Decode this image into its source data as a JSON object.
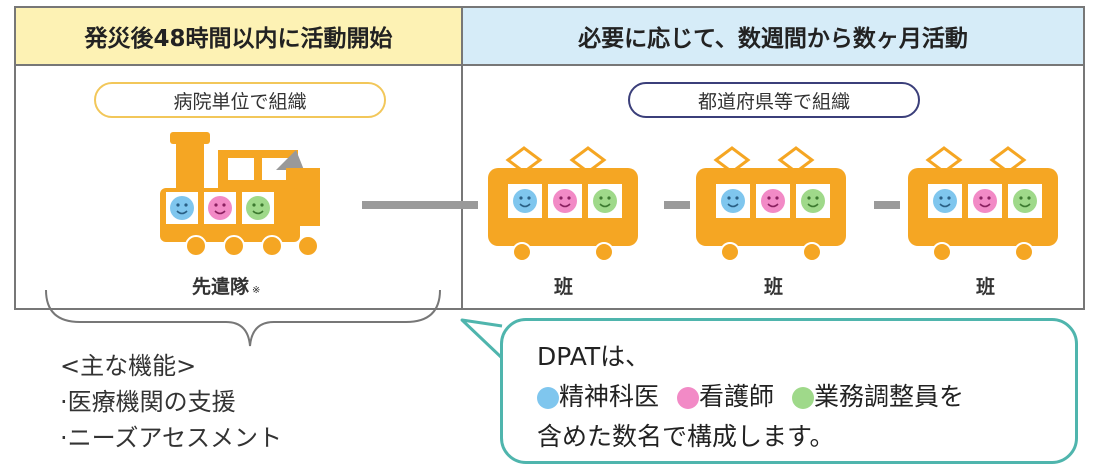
{
  "header": {
    "left": "発災後48時間以内に活動開始",
    "right": "必要に応じて、数週間から数ヶ月活動"
  },
  "organize": {
    "left": "病院単位で組織",
    "right": "都道府県等で組織"
  },
  "train": {
    "advance_team": "先遣隊",
    "advance_team_note": "※",
    "car_label": "班"
  },
  "functions": {
    "title": "<主な機能>",
    "items": [
      "·医療機関の支援",
      "·ニーズアセスメント"
    ]
  },
  "callout": {
    "line1": "DPATは、",
    "member1": "精神科医",
    "member2": "看護師",
    "member3": "業務調整員を",
    "line3": "含めた数名で構成します。"
  },
  "colors": {
    "train": "#f5a623",
    "face_blue": "#7fc6ee",
    "face_pink": "#f28ac6",
    "face_green": "#9fd98a",
    "header_left": "#fdf2b4",
    "header_right": "#d6ecf8",
    "bubble_border": "#4fb5ad"
  }
}
